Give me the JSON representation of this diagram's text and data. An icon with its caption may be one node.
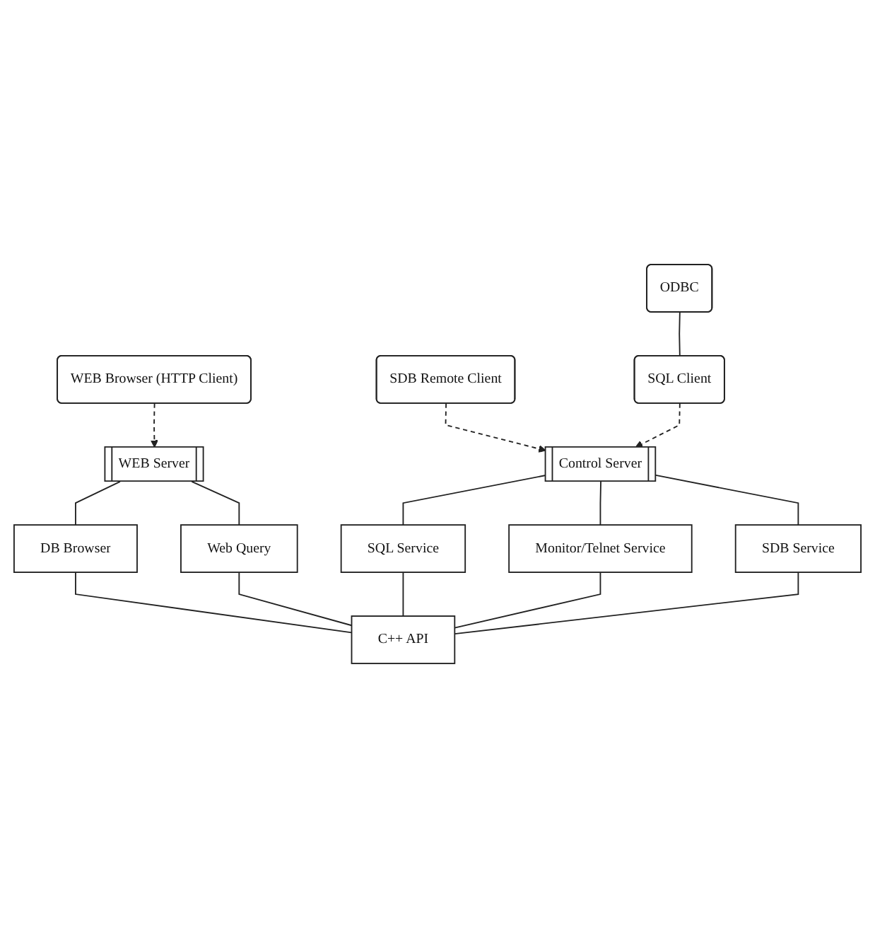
{
  "diagram": {
    "nodes": [
      {
        "text": [
          "ODBC"
        ]
      },
      {
        "text": [
          "WEB Browser (HTTP Client)"
        ]
      },
      {
        "text": [
          "SDB Remote Client"
        ]
      },
      {
        "text": [
          "SQL Client"
        ]
      },
      {
        "text": [
          "WEB Server"
        ]
      },
      {
        "text": [
          "Control Server"
        ]
      },
      {
        "text": [
          "SDB Service"
        ]
      },
      {
        "text": [
          "DB Browser"
        ]
      },
      {
        "text": [
          "Monitor/Telnet Service"
        ]
      },
      {
        "text": [
          "Web Query"
        ]
      },
      {
        "text": [
          "SQL Service"
        ]
      },
      {
        "text": [
          "C++ API"
        ]
      }
    ],
    "edges": [
      {
        "from": 0,
        "to": 3,
        "arrow": "none"
      },
      {
        "from": 1,
        "to": 4,
        "arrow": "to",
        "style": "dashed"
      },
      {
        "from": 2,
        "to": 5,
        "arrow": "to",
        "style": "dashed"
      },
      {
        "from": 3,
        "to": 5,
        "arrow": "to",
        "style": "dashed"
      },
      {
        "from": 4,
        "to": 7,
        "arrow": "none"
      },
      {
        "from": 4,
        "to": 9,
        "arrow": "none"
      },
      {
        "from": 5,
        "to": 10,
        "arrow": "none"
      },
      {
        "from": 5,
        "to": 8,
        "arrow": "none"
      },
      {
        "from": 5,
        "to": 6,
        "arrow": "none"
      },
      {
        "from": 7,
        "to": 11,
        "arrow": "none"
      },
      {
        "from": 9,
        "to": 11,
        "arrow": "none"
      },
      {
        "from": 10,
        "to": 11,
        "arrow": "none"
      },
      {
        "from": 8,
        "to": 11,
        "arrow": "none"
      },
      {
        "from": 6,
        "to": 11,
        "arrow": "none"
      }
    ]
  }
}
